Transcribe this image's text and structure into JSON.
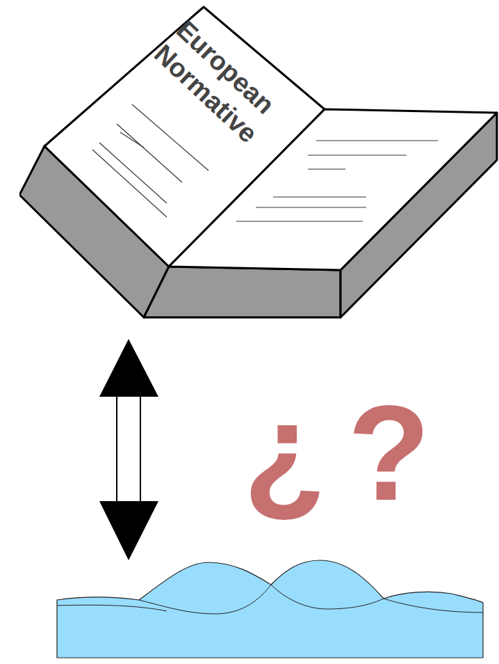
{
  "diagram": {
    "nodes": [
      {
        "text": [
          "European Normative"
        ]
      }
    ],
    "labels": [
      "¿",
      "?"
    ]
  }
}
